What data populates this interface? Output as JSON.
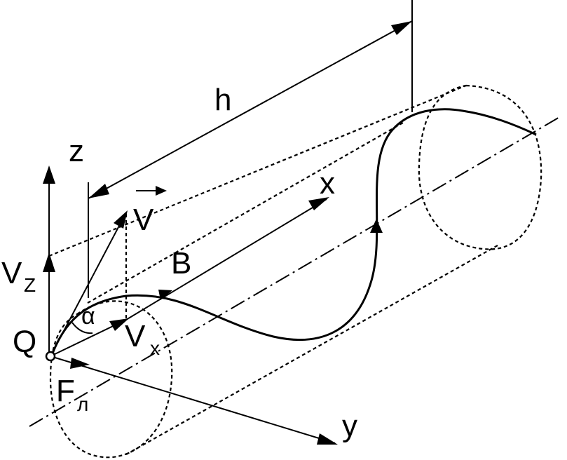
{
  "diagram": {
    "labels": {
      "h": "h",
      "z": "z",
      "x": "x",
      "y": "y",
      "v": "V",
      "b": "B",
      "vz_main": "V",
      "vz_sub": "Z",
      "alpha": "α",
      "q": "Q",
      "vx_main": "V",
      "vx_sub": "x",
      "fl_main": "F",
      "fl_sub": "л"
    }
  }
}
